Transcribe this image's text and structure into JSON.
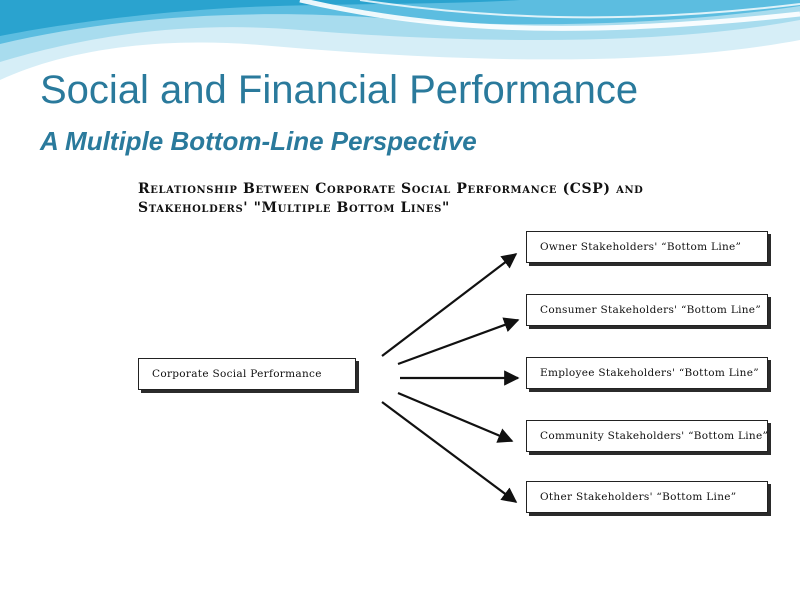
{
  "slide": {
    "title": "Social and Financial Performance",
    "subtitle": "A Multiple Bottom-Line Perspective"
  },
  "figure": {
    "title_line1": "Relationship Between Corporate Social Performance (CSP) and",
    "title_line2": "Stakeholders' \"Multiple Bottom Lines\"",
    "source_box": "Corporate Social Performance",
    "targets": [
      "Owner Stakeholders' “Bottom Line”",
      "Consumer Stakeholders' “Bottom Line”",
      "Employee Stakeholders' “Bottom Line”",
      "Community Stakeholders' “Bottom Line”",
      "Other Stakeholders' “Bottom Line”"
    ]
  },
  "colors": {
    "title": "#2a7a9c",
    "wave_light": "#d6eef7",
    "wave_mid": "#7fc7e2",
    "wave_dark": "#2aa3cf"
  }
}
